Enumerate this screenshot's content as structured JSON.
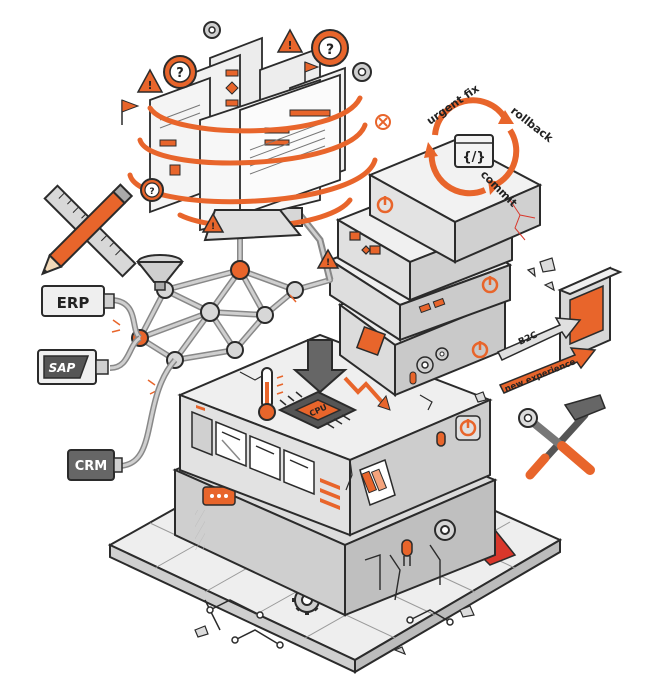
{
  "colors": {
    "accent": "#e8652b",
    "ink": "#2b2b2b",
    "panel": "#e6e6e6",
    "panel_dark": "#c9c9c9",
    "crack_red": "#d9372b"
  },
  "systems": {
    "erp": "ERP",
    "sap": "SAP",
    "crm": "CRM"
  },
  "cycle": {
    "urgent_fix": "urgent fix",
    "rollback": "rollback",
    "commit": "commit",
    "code_glyph": "{/}"
  },
  "arrows": {
    "b2c": "B2C",
    "new_experience": "new experience"
  },
  "chip": {
    "cpu": "CPU"
  },
  "icons": [
    "gear-icon",
    "question-icon",
    "warning-icon",
    "thermometer-icon",
    "funnel-icon",
    "wrench-icon",
    "hammer-icon",
    "pencil-icon",
    "ruler-icon",
    "power-icon",
    "cpu-chip-icon"
  ]
}
